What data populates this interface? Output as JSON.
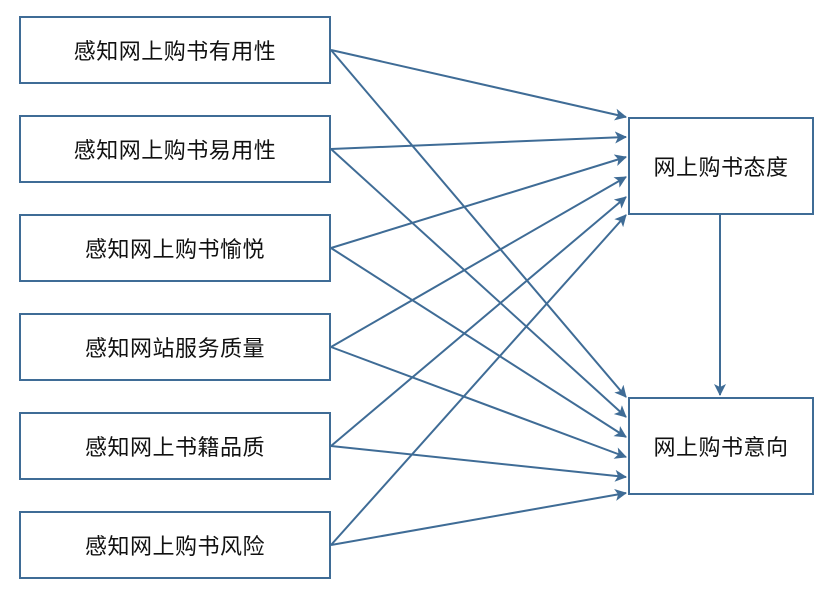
{
  "diagram": {
    "factors": [
      "感知网上购书有用性",
      "感知网上购书易用性",
      "感知网上购书愉悦",
      "感知网站服务质量",
      "感知网上书籍品质",
      "感知网上购书风险"
    ],
    "attitude": "网上购书态度",
    "intention": "网上购书意向",
    "edges": [
      {
        "from": "factors.0",
        "to": "attitude"
      },
      {
        "from": "factors.0",
        "to": "intention"
      },
      {
        "from": "factors.1",
        "to": "attitude"
      },
      {
        "from": "factors.1",
        "to": "intention"
      },
      {
        "from": "factors.2",
        "to": "attitude"
      },
      {
        "from": "factors.2",
        "to": "intention"
      },
      {
        "from": "factors.3",
        "to": "attitude"
      },
      {
        "from": "factors.3",
        "to": "intention"
      },
      {
        "from": "factors.4",
        "to": "attitude"
      },
      {
        "from": "factors.4",
        "to": "intention"
      },
      {
        "from": "factors.5",
        "to": "attitude"
      },
      {
        "from": "factors.5",
        "to": "intention"
      },
      {
        "from": "attitude",
        "to": "intention"
      }
    ],
    "colors": {
      "box_border": "#3f6c96",
      "arrow": "#3f6c96",
      "text": "#111111"
    }
  }
}
